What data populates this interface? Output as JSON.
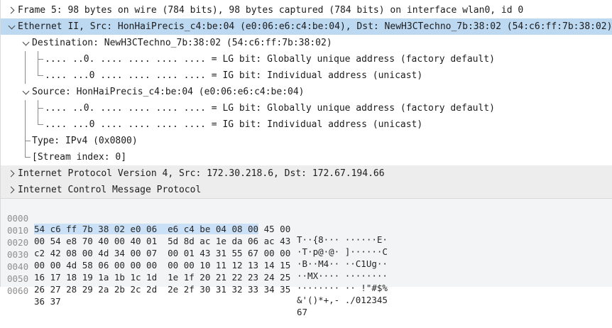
{
  "colors": {
    "selected_row_bg": "#bdd9f2",
    "hex_highlight_bg": "#c9e0f6",
    "gray_row_bg": "#ededed",
    "hex_pane_bg": "#f3f4f6",
    "text": "#1c1c1c",
    "offset_text": "#8f8f8f"
  },
  "tree": {
    "rows": [
      {
        "label": "Frame 5: 98 bytes on wire (784 bits), 98 bytes captured (784 bits) on interface wlan0, id 0",
        "state": "collapsed",
        "level": 0
      },
      {
        "label": "Ethernet II, Src: HonHaiPrecis_c4:be:04 (e0:06:e6:c4:be:04), Dst: NewH3CTechno_7b:38:02 (54:c6:ff:7b:38:02)",
        "state": "expanded",
        "level": 0,
        "selected": true
      },
      {
        "label": "Destination: NewH3CTechno_7b:38:02 (54:c6:ff:7b:38:02)",
        "state": "expanded",
        "level": 1
      },
      {
        "label": ".... ..0. .... .... .... .... = LG bit: Globally unique address (factory default)",
        "level": 2
      },
      {
        "label": ".... ...0 .... .... .... .... = IG bit: Individual address (unicast)",
        "level": 2
      },
      {
        "label": "Source: HonHaiPrecis_c4:be:04 (e0:06:e6:c4:be:04)",
        "state": "expanded",
        "level": 1
      },
      {
        "label": ".... ..0. .... .... .... .... = LG bit: Globally unique address (factory default)",
        "level": 2
      },
      {
        "label": ".... ...0 .... .... .... .... = IG bit: Individual address (unicast)",
        "level": 2
      },
      {
        "label": "Type: IPv4 (0x0800)",
        "level": 1
      },
      {
        "label": "[Stream index: 0]",
        "level": 1
      },
      {
        "label": "Internet Protocol Version 4, Src: 172.30.218.6, Dst: 172.67.194.66",
        "state": "collapsed",
        "level": 0
      },
      {
        "label": "Internet Control Message Protocol",
        "state": "collapsed",
        "level": 0
      }
    ]
  },
  "hexdump": {
    "rows": [
      {
        "offset": "0000",
        "hex_selected": "54 c6 ff 7b 38 02 e0 06  e6 c4 be 04 08 00",
        "hex_rest": " 45 00",
        "ascii": "T··{8··· ······E·"
      },
      {
        "offset": "0010",
        "hex": "00 54 e8 70 40 00 40 01  5d 8d ac 1e da 06 ac 43",
        "ascii": "·T·p@·@· ]······C"
      },
      {
        "offset": "0020",
        "hex": "c2 42 08 00 4d 34 00 07  00 01 43 31 55 67 00 00",
        "ascii": "·B··M4·· ··C1Ug··"
      },
      {
        "offset": "0030",
        "hex": "00 00 4d 58 06 00 00 00  00 00 10 11 12 13 14 15",
        "ascii": "··MX···· ········"
      },
      {
        "offset": "0040",
        "hex": "16 17 18 19 1a 1b 1c 1d  1e 1f 20 21 22 23 24 25",
        "ascii": "········ ·· !\"#$%"
      },
      {
        "offset": "0050",
        "hex": "26 27 28 29 2a 2b 2c 2d  2e 2f 30 31 32 33 34 35",
        "ascii": "&'()*+,- ./012345"
      },
      {
        "offset": "0060",
        "hex": "36 37",
        "ascii": "67"
      }
    ]
  }
}
